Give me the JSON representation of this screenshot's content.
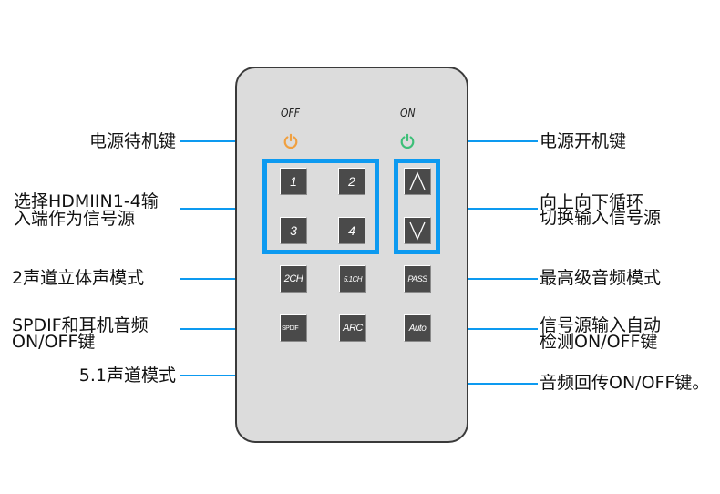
{
  "remote": {
    "off_label": "OFF",
    "on_label": "ON",
    "icons": {
      "off": "power-icon",
      "on": "power-icon"
    },
    "colors": {
      "off": "#f0a040",
      "on": "#3dbf78",
      "frame": "#0d9af0",
      "button": "#4a4a4a",
      "body": "#dcdcdc"
    },
    "input_buttons": [
      "1",
      "2",
      "3",
      "4"
    ],
    "arrow_buttons": {
      "up": "/\\",
      "down": "\\/"
    },
    "mode_buttons": [
      "2CH",
      "5.1CH",
      "PASS",
      "SPDIF",
      "ARC",
      "Auto"
    ]
  },
  "callouts": {
    "standby": "电源待机键",
    "power_on": "电源开机键",
    "hdmi_line1": "选择HDMIIN1-4输",
    "hdmi_line2": "入端作为信号源",
    "cycle_line1": "向上向下循环",
    "cycle_line2": "切换输入信号源",
    "stereo": "2声道立体声模式",
    "pass": "最高级音频模式",
    "spdif_line1": "SPDIF和耳机音频",
    "spdif_line2": "ON/OFF键",
    "auto_line1": "信号源输入自动",
    "auto_line2": "检测ON/OFF键",
    "surround": "5.1声道模式",
    "arc": "音频回传ON/OFF键。"
  }
}
